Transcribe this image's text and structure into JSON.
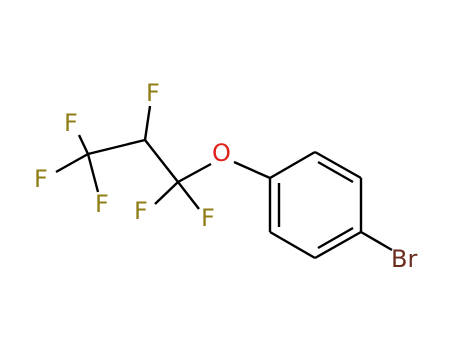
{
  "molecule": {
    "colors": {
      "bond": "#000000",
      "fluorine": "#8f7e16",
      "oxygen": "#e0221c",
      "bromine": "#6b2e1e"
    },
    "atoms": {
      "f_top": "F",
      "f_left_upper": "F",
      "f_left_lower": "F",
      "f_cf3_bottom": "F",
      "f_cf2_left": "F",
      "f_cf2_right": "F",
      "o_ether": "O",
      "br": "Br"
    }
  }
}
